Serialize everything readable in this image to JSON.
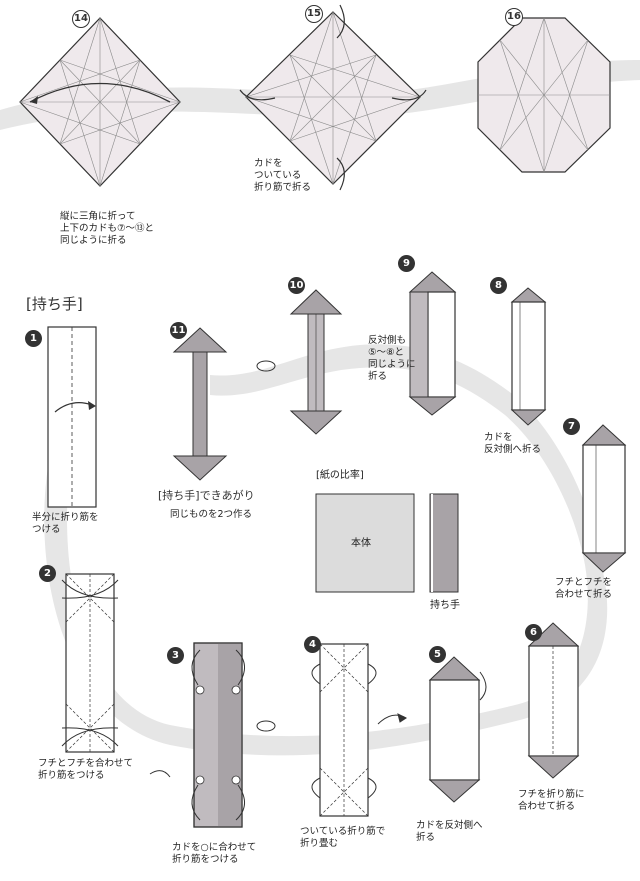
{
  "step_labels": {
    "s14": "14",
    "s15": "15",
    "s16": "16",
    "h1": "1",
    "h2": "2",
    "h3": "3",
    "h4": "4",
    "h5": "5",
    "h6": "6",
    "h7": "7",
    "h8": "8",
    "h9": "9",
    "h10": "10",
    "h11": "11"
  },
  "section_title": "[持ち手]",
  "notes": {
    "n14": "縦に三角に折って\n上下のカドも⑦〜⑬と\n同じように折る",
    "n15": "カドを\nついている\n折り筋で折る",
    "h1": "半分に折り筋を\nつける",
    "h2": "フチとフチを合わせて\n折り筋をつける",
    "h3": "カドを○に合わせて\n折り筋をつける",
    "h4": "ついている折り筋で\n折り畳む",
    "h5": "カドを反対側へ\n折る",
    "h6": "フチを折り筋に\n合わせて折る",
    "h7": "フチとフチを\n合わせて折る",
    "h8": "カドを\n反対側へ折る",
    "h9": "反対側も\n⑤〜⑧と\n同じように\n折る",
    "h11_done": "[持ち手]できあがり",
    "h11_sub": "同じものを2つ作る"
  },
  "ratio": {
    "title": "[紙の比率]",
    "body_label": "本体",
    "handle_label": "持ち手"
  },
  "colors": {
    "paper": "#efe9ec",
    "paper_dark": "#a8a3a7",
    "band": "#e6e6e6",
    "line": "#333333"
  }
}
